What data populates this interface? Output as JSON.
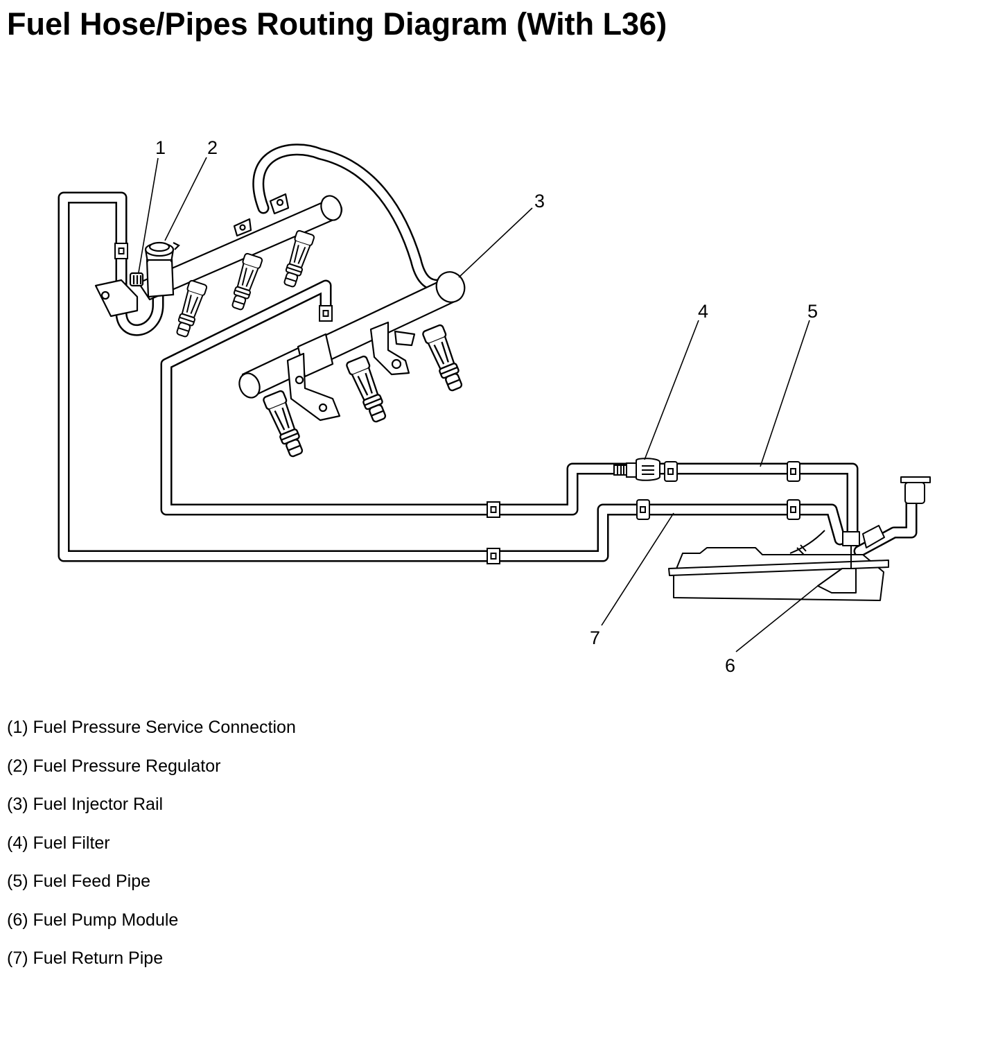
{
  "page": {
    "title": "Fuel Hose/Pipes Routing Diagram (With L36)"
  },
  "callouts": [
    {
      "number": "1",
      "label": "Fuel Pressure Service Connection"
    },
    {
      "number": "2",
      "label": "Fuel Pressure Regulator"
    },
    {
      "number": "3",
      "label": "Fuel Injector Rail"
    },
    {
      "number": "4",
      "label": "Fuel Filter"
    },
    {
      "number": "5",
      "label": "Fuel Feed Pipe"
    },
    {
      "number": "6",
      "label": "Fuel Pump Module"
    },
    {
      "number": "7",
      "label": "Fuel Return Pipe"
    }
  ],
  "legend": [
    "(1) Fuel Pressure Service Connection",
    "(2) Fuel Pressure Regulator",
    "(3) Fuel Injector Rail",
    "(4) Fuel Filter",
    "(5) Fuel Feed Pipe",
    "(6) Fuel Pump Module",
    "(7) Fuel Return Pipe"
  ],
  "colors": {
    "ink": "#000000",
    "background": "#ffffff"
  }
}
